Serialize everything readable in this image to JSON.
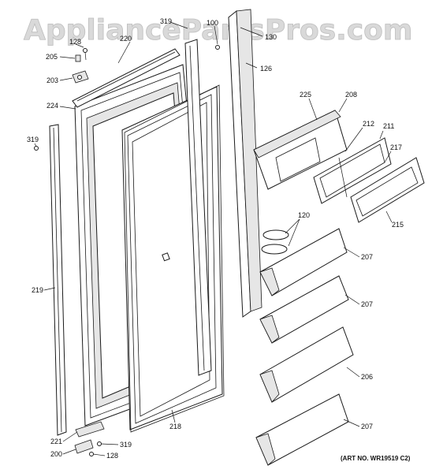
{
  "watermark": "AppliancePartsPros.com",
  "art_number": "(ART NO. WR19519 C2)",
  "part_labels": {
    "p319_top": "319",
    "p100": "100",
    "p130": "130",
    "p128_top": "128",
    "p220": "220",
    "p205": "205",
    "p126": "126",
    "p203": "203",
    "p224": "224",
    "p225": "225",
    "p208": "208",
    "p319_left": "319",
    "p212": "212",
    "p211": "211",
    "p217": "217",
    "p215": "215",
    "p120": "120",
    "p207_a": "207",
    "p219": "219",
    "p207_b": "207",
    "p206": "206",
    "p218": "218",
    "p207_c": "207",
    "p221": "221",
    "p319_bottom": "319",
    "p200": "200",
    "p128_bottom": "128"
  }
}
